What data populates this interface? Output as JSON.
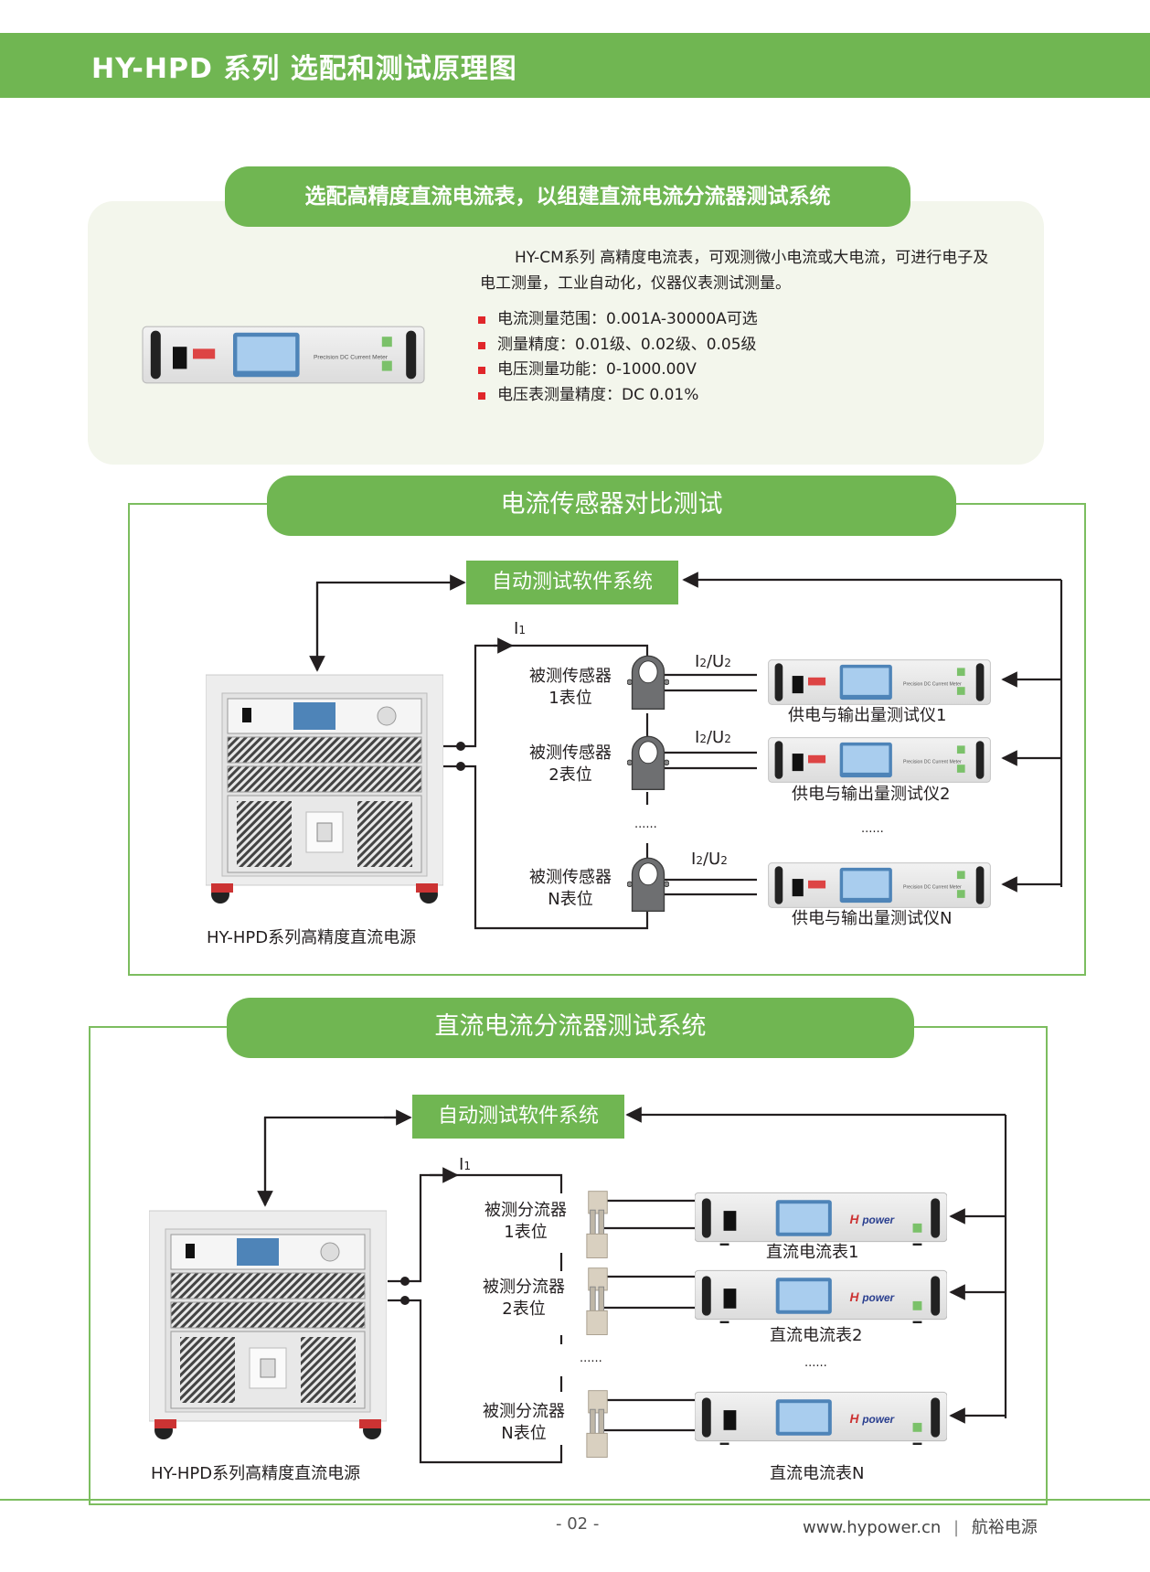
{
  "header": {
    "title": "HY-HPD 系列  选配和测试原理图"
  },
  "colors": {
    "brand_green": "#70b652",
    "frame_green": "#7cbd5f",
    "bullet_red": "#e0262a",
    "panel_bg": "#f3f6ec"
  },
  "section1": {
    "title": "选配高精度直流电流表，以组建直流电流分流器测试系统",
    "description": "HY-CM系列 高精度电流表，可观测微小电流或大电流，可进行电子及电工测量，工业自动化，仪器仪表测试测量。",
    "bullets": [
      "电流测量范围：0.001A-30000A可选",
      "测量精度：0.01级、0.02级、0.05级",
      "电压测量功能：0-1000.00V",
      "电压表测量精度：DC 0.01%"
    ],
    "device_panel_text": "Precision DC Current Meter"
  },
  "section2": {
    "title": "电流传感器对比测试",
    "software_box": "自动测试软件系统",
    "current_label_main": "I",
    "current_label_main_sub": "1",
    "signal_label": {
      "a": "I",
      "a_sub": "2",
      "sep": "/U",
      "b_sub": "2"
    },
    "sensors": [
      {
        "line1": "被测传感器",
        "line2": "1表位"
      },
      {
        "line1": "被测传感器",
        "line2": "2表位"
      },
      {
        "line1": "被测传感器",
        "line2": "N表位"
      }
    ],
    "instruments": [
      "供电与输出量测试仪1",
      "供电与输出量测试仪2",
      "供电与输出量测试仪N"
    ],
    "ellipsis": "......",
    "power_supply_label": "HY-HPD系列高精度直流电源"
  },
  "section3": {
    "title": "直流电流分流器测试系统",
    "software_box": "自动测试软件系统",
    "current_label_main": "I",
    "current_label_main_sub": "1",
    "shunts": [
      {
        "line1": "被测分流器",
        "line2": "1表位"
      },
      {
        "line1": "被测分流器",
        "line2": "2表位"
      },
      {
        "line1": "被测分流器",
        "line2": "N表位"
      }
    ],
    "meters": [
      "直流电流表1",
      "直流电流表2",
      "直流电流表N"
    ],
    "ellipsis": "......",
    "power_supply_label": "HY-HPD系列高精度直流电源"
  },
  "footer": {
    "page_number": "- 02 -",
    "website": "www.hypower.cn",
    "separator": "|",
    "company": "航裕电源"
  }
}
